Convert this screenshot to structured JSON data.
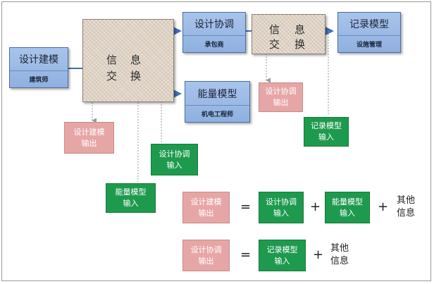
{
  "nodes": {
    "design_modeling": {
      "title": "设计建模",
      "role": "建筑师"
    },
    "design_coordination": {
      "title": "设计协调",
      "role": "承包商"
    },
    "energy_model": {
      "title": "能量模型",
      "role": "机电工程师"
    },
    "record_model": {
      "title": "记录模型",
      "role": "设施管理"
    }
  },
  "exchange1": {
    "c1": "信",
    "c2": "息",
    "c3": "交",
    "c4": "换"
  },
  "exchange2": {
    "c1": "信",
    "c2": "息",
    "c3": "交",
    "c4": "换"
  },
  "labels": {
    "design_model_output": "设计建模输出",
    "design_coord_input": "设计协调输入",
    "energy_model_input": "能量模型输入",
    "design_coord_output": "设计协调输出",
    "record_model_input": "记录模型输入"
  },
  "equation1": {
    "lhs": "设计建模输出",
    "eq": "=",
    "a": "设计协调输入",
    "plus1": "+",
    "b": "能量模型输入",
    "plus2": "+",
    "other": "其他信息"
  },
  "equation2": {
    "lhs": "设计协调输出",
    "eq": "=",
    "a": "记录模型输入",
    "plus": "+",
    "other": "其他信息"
  },
  "colors": {
    "blue_box": "#9ab8e6",
    "pink_box": "#e7a6a6",
    "green_box": "#1e9a4e",
    "arrow": "#3e6fb3",
    "dotted": "#9a9a9a"
  }
}
